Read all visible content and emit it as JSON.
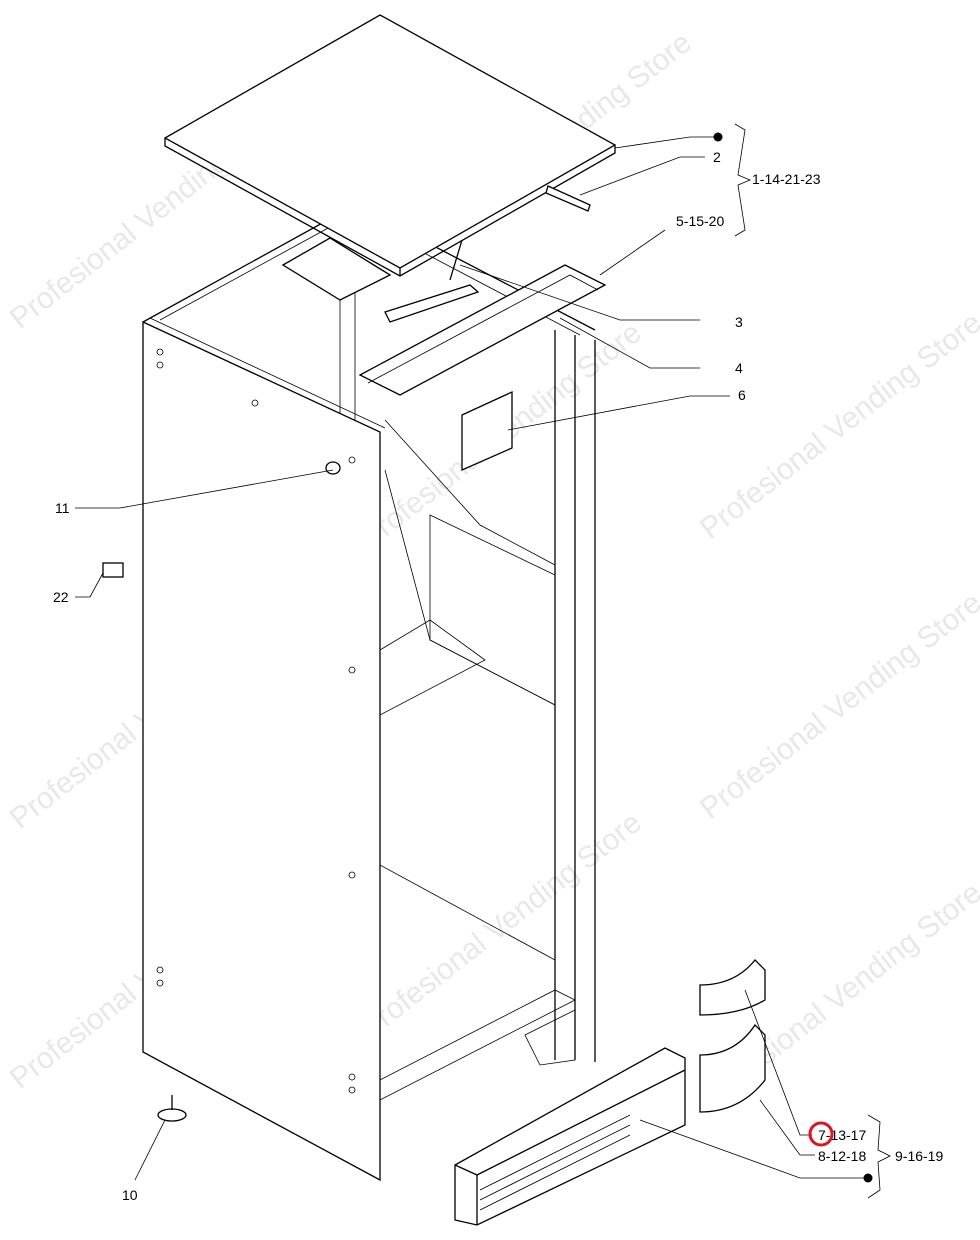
{
  "watermark": "Profesional Vending Store",
  "labels": {
    "l2": "2",
    "l3": "3",
    "l4": "4",
    "l6": "6",
    "l10": "10",
    "l11": "11",
    "l22": "22",
    "group_top": "1-14-21-23",
    "group_rail": "5-15-20",
    "l7": "7-13-17",
    "l8": "8-12-18",
    "group_bottom": "9-16-19"
  },
  "highlight_color": "#e0141e"
}
